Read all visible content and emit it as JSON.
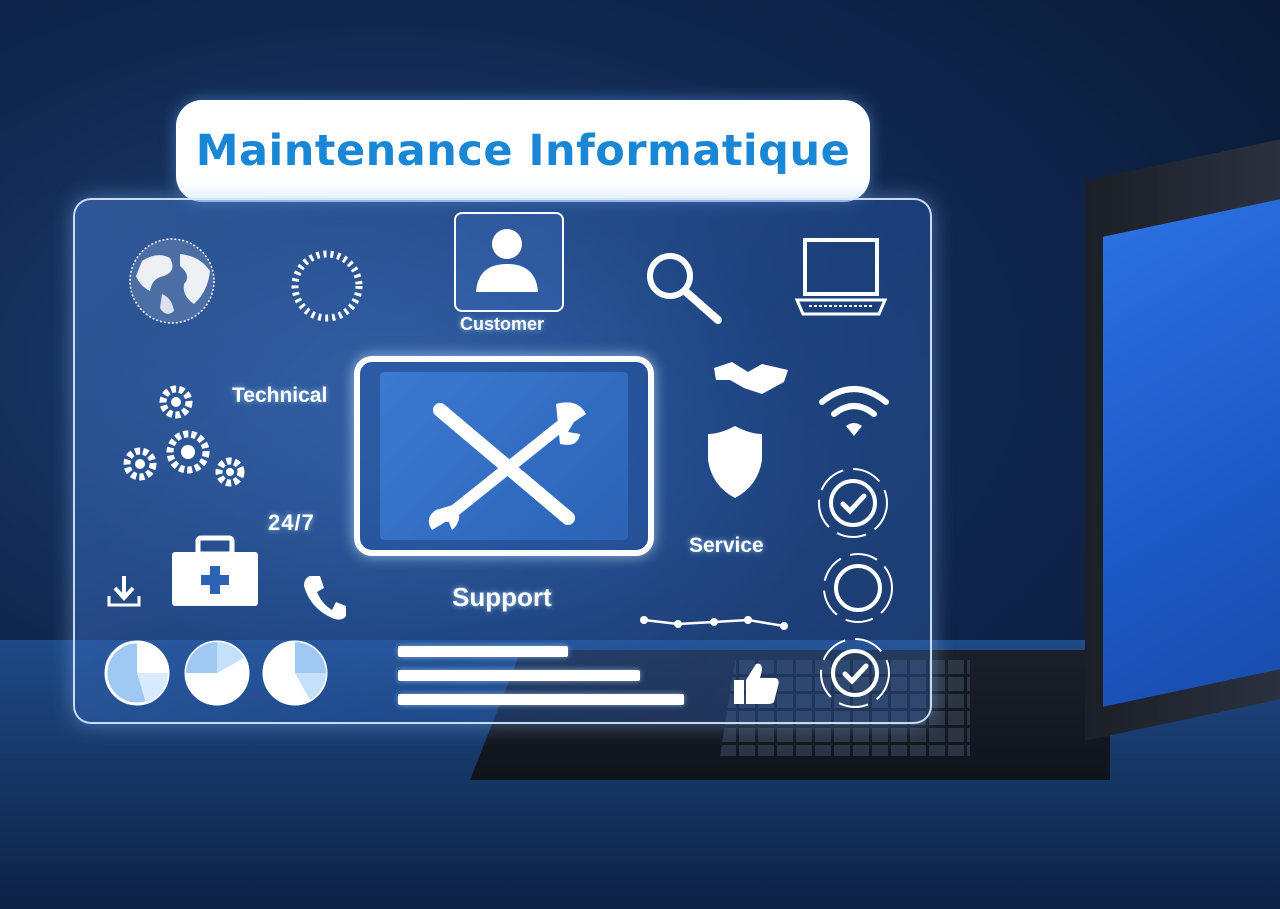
{
  "title": "Maintenance Informatique",
  "labels": {
    "customer": "Customer",
    "technical": "Technical",
    "hours": "24/7",
    "support": "Support",
    "service": "Service"
  },
  "icons": [
    "globe-icon",
    "loading-circle-icon",
    "user-icon",
    "search-icon",
    "laptop-icon",
    "gears-icon",
    "tools-icon",
    "handshake-icon",
    "wifi-icon",
    "shield-icon",
    "check-circle-icon",
    "empty-circle-icon",
    "first-aid-kit-icon",
    "download-icon",
    "phone-icon",
    "pie-chart-icon",
    "line-graph-icon",
    "thumbs-up-icon"
  ],
  "colors": {
    "title": "#1a86d6",
    "panel_border": "#dcebff",
    "icon": "#ffffff",
    "laptop_screen": "#2b6fe0"
  }
}
